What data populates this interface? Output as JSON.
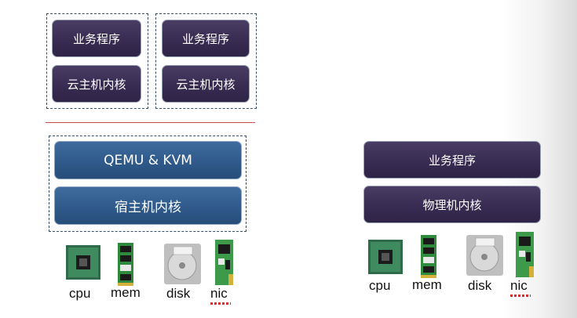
{
  "virtualization": {
    "vm1": {
      "app": "业务程序",
      "kernel": "云主机内核"
    },
    "vm2": {
      "app": "业务程序",
      "kernel": "云主机内核"
    },
    "hypervisor": "QEMU & KVM",
    "host_kernel": "宿主机内核"
  },
  "physical": {
    "app": "业务程序",
    "kernel": "物理机内核"
  },
  "hardware_left": [
    "cpu",
    "mem",
    "disk",
    "nic"
  ],
  "hardware_right": [
    "cpu",
    "mem",
    "disk",
    "nic"
  ],
  "icons": {
    "cpu": "cpu-chip-icon",
    "mem": "memory-module-icon",
    "disk": "hard-disk-icon",
    "nic": "network-card-icon"
  },
  "colors": {
    "vm_box": "#382c52",
    "host_box": "#2f5a8b",
    "divider": "#c0504d",
    "dashed_border": "#3a4f6b"
  }
}
